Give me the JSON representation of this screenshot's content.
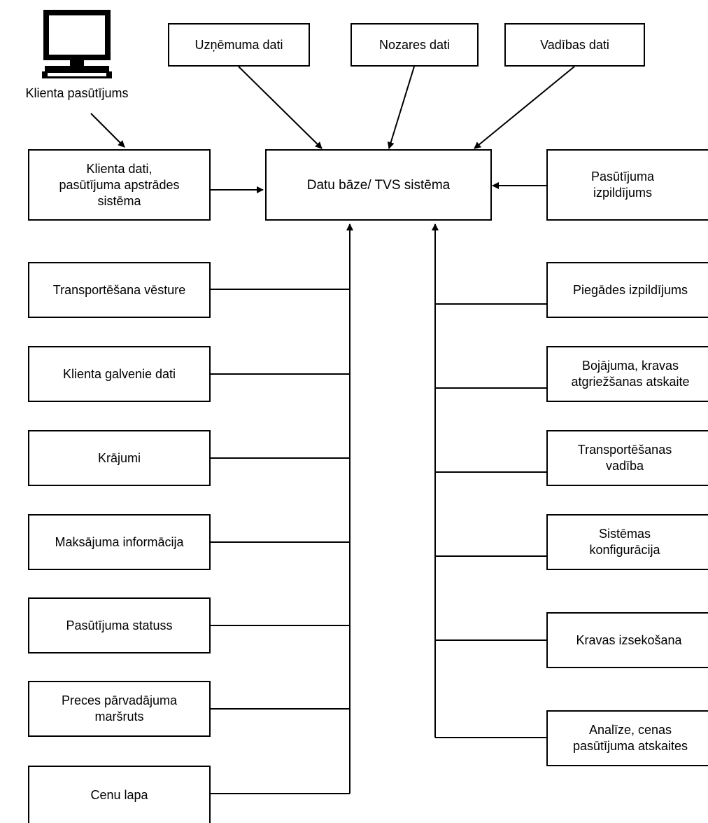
{
  "client": {
    "label": "Klienta pasūtījums",
    "icon": "computer-monitor-icon"
  },
  "database": {
    "label": "Datu bāze/ TVS sistēma"
  },
  "top_inputs": [
    {
      "label": "Uzņēmuma dati"
    },
    {
      "label": "Nozares dati"
    },
    {
      "label": "Vadības dati"
    }
  ],
  "order_processing": {
    "label": "Klienta dati,\npasūtījuma apstrādes\nsistēma"
  },
  "order_fulfilment": {
    "label": "Pasūtījuma\nizpildījums"
  },
  "left_modules": [
    {
      "label": "Transportēšana vēsture"
    },
    {
      "label": "Klienta galvenie dati"
    },
    {
      "label": "Krājumi"
    },
    {
      "label": "Maksājuma informācija"
    },
    {
      "label": "Pasūtījuma statuss"
    },
    {
      "label": "Preces pārvadājuma\nmaršruts"
    },
    {
      "label": "Cenu lapa"
    }
  ],
  "right_modules": [
    {
      "label": "Piegādes izpildījums"
    },
    {
      "label": "Bojājuma, kravas\natgriežšanas atskaite"
    },
    {
      "label": "Transportēšanas\nvadība"
    },
    {
      "label": "Sistēmas\nkonfigurācija"
    },
    {
      "label": "Kravas izsekošana"
    },
    {
      "label": "Analīze, cenas\npasūtījuma atskaites"
    }
  ]
}
